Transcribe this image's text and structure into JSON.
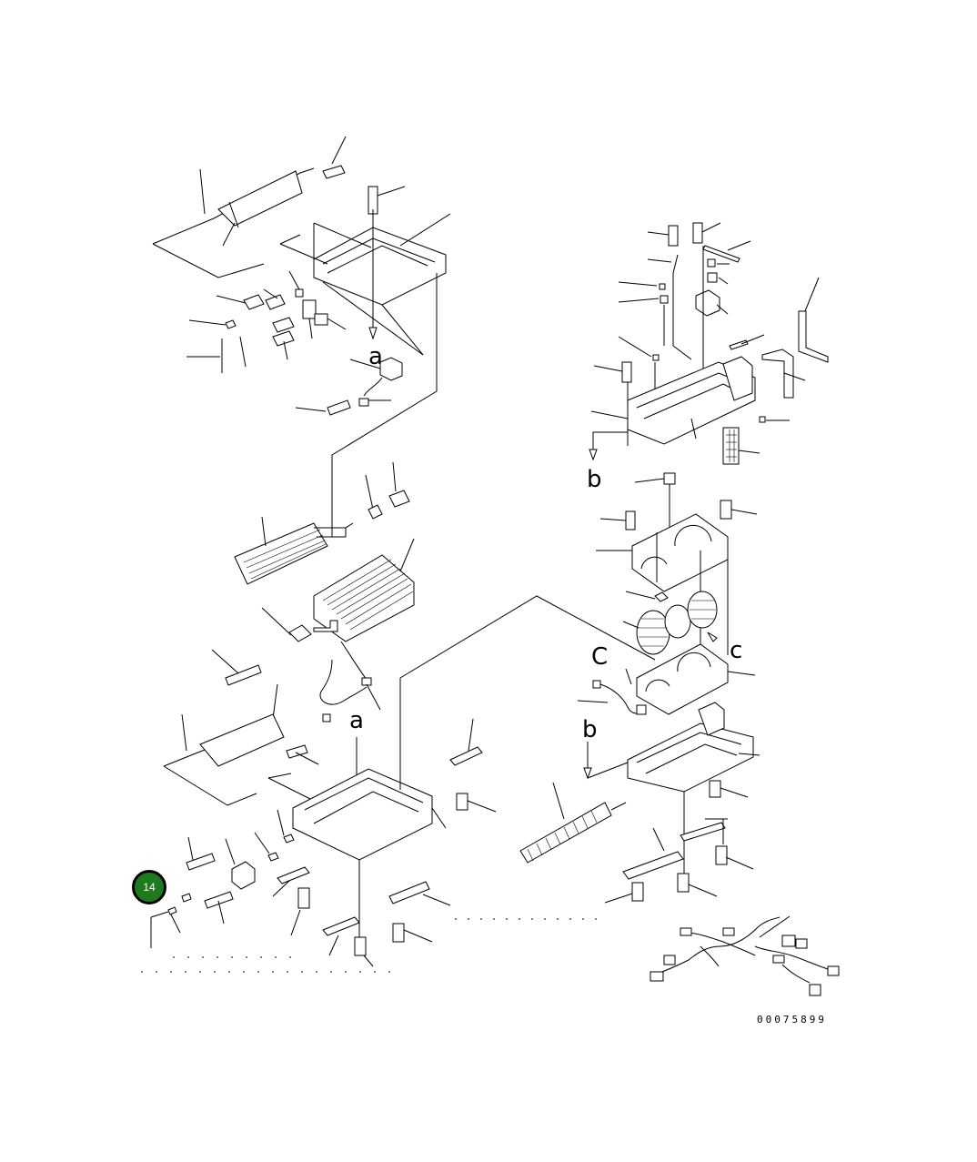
{
  "diagram": {
    "callout_letters": [
      "a",
      "a",
      "b",
      "b",
      "C",
      "c"
    ],
    "reference_code": "00075899",
    "highlighted_hotspot": {
      "label": "14",
      "color": "#1f7a1f"
    }
  }
}
